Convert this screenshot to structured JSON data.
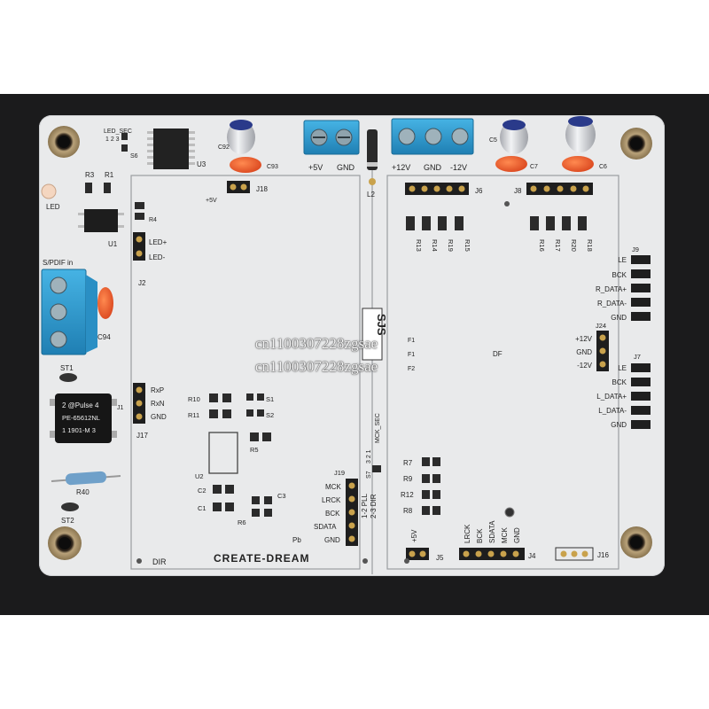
{
  "board": {
    "title": "CREATE-DREAM",
    "logo": "SJS",
    "watermark": "cn1100307228zgsae",
    "colors": {
      "board": "#e9eaeb",
      "terminal": "#2f9fd4",
      "cap": "#dcdde0",
      "cap_top": "#2a3a8a",
      "orange": "#e7592a",
      "background": "#1b1b1c"
    }
  },
  "terminals": {
    "j10": [
      "+5V",
      "GND"
    ],
    "j3": [
      "+12V",
      "GND",
      "-12V"
    ]
  },
  "left_labels": {
    "spdif": "S/PDIF in",
    "c94": "C94",
    "st1": "ST1",
    "st2": "ST2",
    "r40": "R40",
    "u1": "U1",
    "u3": "U3",
    "led_sec": "LED_SEC",
    "s6_nums": "1 2 3",
    "s6": "S6",
    "r3": "R3",
    "r1": "R1",
    "led": "LED",
    "pulse": [
      "2 @Pulse 4",
      "PE-65612NL",
      "1 1901-M 3"
    ]
  },
  "dir_section": {
    "c92": "C92",
    "c93": "C93",
    "j18": "J18",
    "v5": "+5V",
    "j2": "J2",
    "r4": "R4",
    "led_plus": "LED+",
    "led_minus": "LED-",
    "j17": "J17",
    "j1": "J1",
    "rx": [
      "RxP",
      "RxN",
      "GND"
    ],
    "r10": "R10",
    "r11": "R11",
    "s1": "S1",
    "s2": "S2",
    "r5": "R5",
    "u2": "U2",
    "c2": "C2",
    "c1": "C1",
    "c3": "C3",
    "r6": "R6",
    "pb": "Pb",
    "dir": "DIR",
    "j19": "J19",
    "j19_pins": [
      "MCK",
      "LRCK",
      "BCK",
      "SDATA",
      "GND"
    ],
    "s7": "S7",
    "mck_sec": "MCK_SEC",
    "s7_nums": "3 2 1",
    "pll": "1-2 PLL",
    "dir_sel": "2-3 DIR",
    "l2": "L2"
  },
  "dac_section": {
    "c5": "C5",
    "c7": "C7",
    "c6": "C6",
    "j6": "J6",
    "j8": "J8",
    "resistors": [
      "R13",
      "R14",
      "R19",
      "R15",
      "R16",
      "R17",
      "R20",
      "R18"
    ],
    "f_labels": [
      "F1",
      "F1",
      "F2"
    ],
    "df": "DF",
    "j9": "J9",
    "j9_pins": [
      "LE",
      "BCK",
      "R_DATA+",
      "R_DATA-",
      "GND"
    ],
    "j24": "J24",
    "j24_pins": [
      "+12V",
      "GND",
      "-12V"
    ],
    "j7": "J7",
    "j7_pins": [
      "LE",
      "BCK",
      "L_DATA+",
      "L_DATA-",
      "GND"
    ],
    "r_col": [
      "R7",
      "R9",
      "R12",
      "R8"
    ],
    "j5": "J5",
    "j5_label": "+5V",
    "j4": "J4",
    "j4_pins": [
      "LRCK",
      "BCK",
      "SDATA",
      "MCK",
      "GND"
    ],
    "j16": "J16"
  }
}
